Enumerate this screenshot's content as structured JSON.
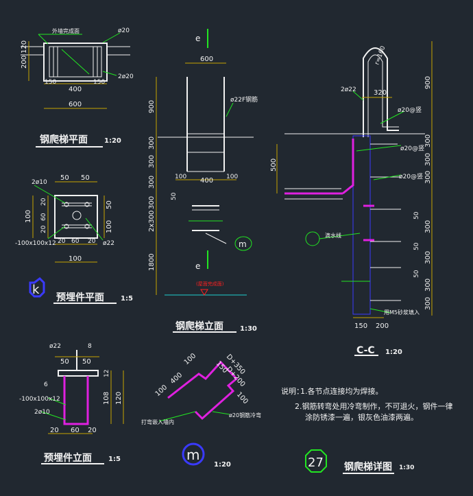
{
  "colors": {
    "bg": "#212830",
    "line": "#f2f2f2",
    "dim": "#c8a400",
    "green": "#22e622",
    "magenta": "#e020e0",
    "blue": "#3a3aff",
    "red": "#ff2020",
    "cyan": "#20d0d0"
  },
  "titles": {
    "plan": "钢爬梯平面",
    "plan_scale": "1:20",
    "embed_plan": "预埋件平面",
    "embed_plan_scale": "1:5",
    "elev": "钢爬梯立面",
    "elev_scale": "1:30",
    "embed_elev": "预埋件立面",
    "embed_elev_scale": "1:5",
    "cc": "C-C",
    "cc_scale": "1:20",
    "m_scale": "1:20",
    "detail": "钢爬梯详图",
    "detail_scale": "1:30"
  },
  "markers": {
    "k": "k",
    "m": "m",
    "detail_num": "27",
    "e": "e"
  },
  "plan": {
    "note_top": "外墙完成面",
    "d20": "ø20",
    "d2_20": "2ø20",
    "dims": [
      "200",
      "120",
      "150",
      "400",
      "150",
      "600"
    ]
  },
  "embed_plan": {
    "d2_10": "2ø10",
    "plate": "-100x100x12",
    "d22": "ø22",
    "dims": [
      "50",
      "50",
      "20",
      "60",
      "20",
      "100",
      "50",
      "20",
      "60",
      "20",
      "100"
    ]
  },
  "elev": {
    "top_dim": "600",
    "bar": "ø22F钢筋",
    "left_dims": [
      "900",
      "300",
      "300",
      "300",
      "300",
      "2x300",
      "1800"
    ],
    "bot_dims": [
      "100",
      "400",
      "100",
      "50"
    ],
    "floor_label": "(屋面完成面)"
  },
  "embed_elev": {
    "d22": "ø22",
    "dim8": "8",
    "d6": "6",
    "plate": "-100x100x12",
    "d2_10": "2ø10",
    "dims": [
      "50",
      "50",
      "12",
      "108",
      "120",
      "20",
      "60",
      "20"
    ]
  },
  "m_detail": {
    "dims": [
      "100",
      "400",
      "100",
      "D+350",
      "150",
      "D+200",
      "100"
    ],
    "note_left": "打弯嵌入墙内",
    "note_bar": "ø20钢筋冷弯"
  },
  "cc": {
    "r": "r=160",
    "d22": "2ø22",
    "d320": "320",
    "bar20": "ø20@竖",
    "bar20b": "ø20@竖",
    "bar20c": "ø20@竖",
    "dim500": "500",
    "right_dims": [
      "900",
      "300",
      "300",
      "300",
      "50",
      "300",
      "50",
      "300",
      "50",
      "300",
      "300"
    ],
    "bottom": [
      "150",
      "200"
    ],
    "weep": "滴水线",
    "note_anchor": "用M5砂浆填入"
  },
  "notes": {
    "head": "说明：",
    "n1": "1.各节点连接均为焊接。",
    "n2": "2.钢筋转弯处用冷弯制作，不可退火，钢件一律",
    "n3": "涂防锈漆一遍，银灰色油漆两遍。"
  }
}
